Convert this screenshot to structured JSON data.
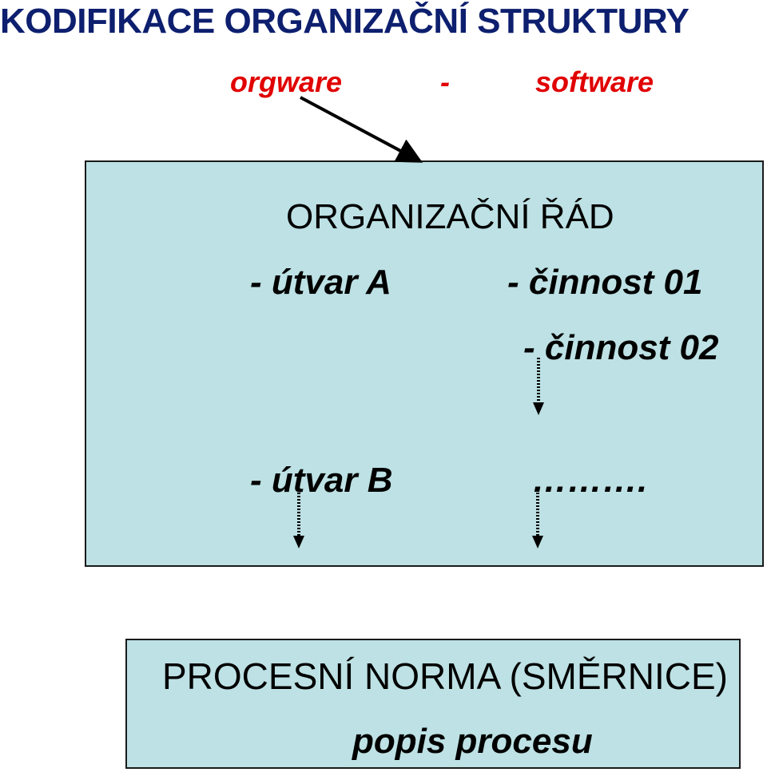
{
  "title": "KODIFIKACE ORGANIZAČNÍ STRUKTURY",
  "subtitle": {
    "left": "orgware",
    "separator": "-",
    "right": "software"
  },
  "org_box": {
    "heading": "ORGANIZAČNÍ ŘÁD",
    "unit_a": "- útvar A",
    "activity_01": "- činnost 01",
    "activity_02": "- činnost 02",
    "unit_b": "- útvar B",
    "ellipsis": "………."
  },
  "process_box": {
    "heading": "PROCESNÍ NORMA (SMĚRNICE)",
    "subheading": "popis procesu"
  },
  "colors": {
    "title": "#0d1f6e",
    "subtitle": "#e10000",
    "box_fill": "#bde1e4",
    "box_border": "#1a1a1a"
  }
}
